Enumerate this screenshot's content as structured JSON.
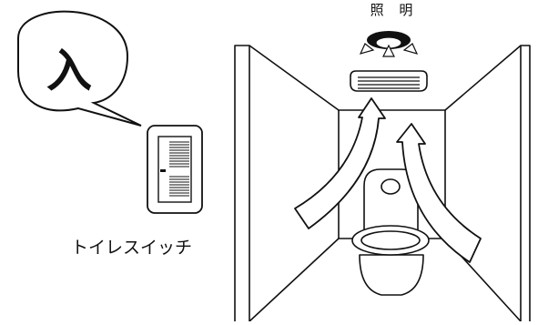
{
  "labels": {
    "light": "照 明",
    "switch": "トイレスイッチ",
    "bubble": "入"
  },
  "colors": {
    "line": "#111111",
    "fill": "#ffffff"
  },
  "icons": {
    "bubble": "speech-bubble",
    "switch": "wall-switch-icon",
    "light": "ceiling-light-icon",
    "fan": "ventilation-fan-icon",
    "toilet": "toilet-icon",
    "airflow": "airflow-arrow-icon"
  }
}
